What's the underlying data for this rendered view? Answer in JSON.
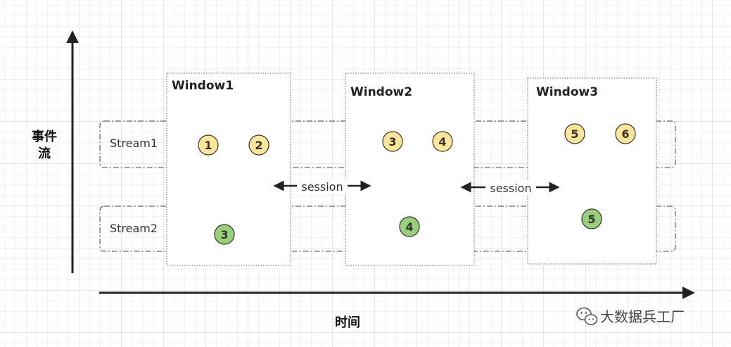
{
  "axes": {
    "y_label_line1": "事件",
    "y_label_line2": "流",
    "x_label": "时间"
  },
  "streams": [
    {
      "label": "Stream1"
    },
    {
      "label": "Stream2"
    }
  ],
  "windows": [
    {
      "title": "Window1",
      "events": [
        {
          "num": "1",
          "stream": "Stream1",
          "color": "#ffe699"
        },
        {
          "num": "2",
          "stream": "Stream1",
          "color": "#ffe699"
        },
        {
          "num": "3",
          "stream": "Stream2",
          "color": "#97d077"
        }
      ]
    },
    {
      "title": "Window2",
      "events": [
        {
          "num": "3",
          "stream": "Stream1",
          "color": "#ffe699"
        },
        {
          "num": "4",
          "stream": "Stream1",
          "color": "#ffe699"
        },
        {
          "num": "4",
          "stream": "Stream2",
          "color": "#97d077"
        }
      ]
    },
    {
      "title": "Window3",
      "events": [
        {
          "num": "5",
          "stream": "Stream1",
          "color": "#ffe699"
        },
        {
          "num": "6",
          "stream": "Stream1",
          "color": "#ffe699"
        },
        {
          "num": "5",
          "stream": "Stream2",
          "color": "#97d077"
        }
      ]
    }
  ],
  "gaps": [
    {
      "label": "session"
    },
    {
      "label": "session"
    }
  ],
  "watermark": {
    "text": "大数据兵工厂",
    "icon": "wechat-icon"
  },
  "colors": {
    "stream1_event": "#ffe699",
    "stream2_event": "#97d077",
    "event_stroke": "#333333",
    "axis": "#222222"
  }
}
